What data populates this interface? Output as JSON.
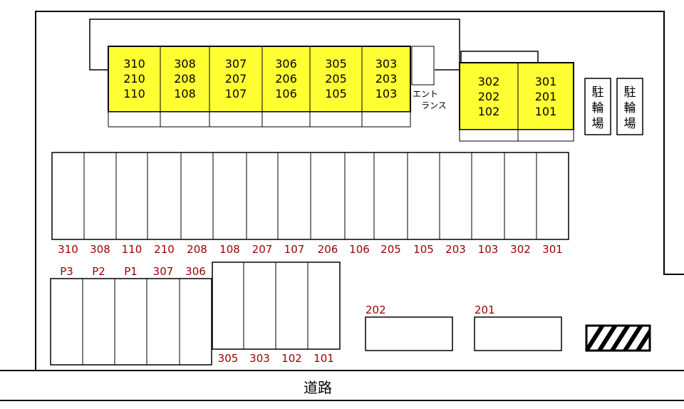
{
  "main_building": {
    "units": [
      {
        "rooms": [
          "310",
          "210",
          "110"
        ]
      },
      {
        "rooms": [
          "308",
          "208",
          "108"
        ]
      },
      {
        "rooms": [
          "307",
          "207",
          "107"
        ]
      },
      {
        "rooms": [
          "306",
          "206",
          "106"
        ]
      },
      {
        "rooms": [
          "305",
          "205",
          "105"
        ]
      },
      {
        "rooms": [
          "303",
          "203",
          "103"
        ]
      }
    ],
    "entrance": [
      "エント",
      "ランス"
    ]
  },
  "annex_building": {
    "units": [
      {
        "rooms": [
          "302",
          "202",
          "102"
        ]
      },
      {
        "rooms": [
          "301",
          "201",
          "101"
        ]
      }
    ]
  },
  "bicycle_parking": [
    {
      "chars": [
        "駐",
        "輪",
        "場"
      ]
    },
    {
      "chars": [
        "駐",
        "輪",
        "場"
      ]
    }
  ],
  "parking_row_top": [
    "310",
    "308",
    "110",
    "210",
    "208",
    "108",
    "207",
    "107",
    "206",
    "106",
    "205",
    "105",
    "203",
    "103",
    "302",
    "301"
  ],
  "parking_row_left": [
    "P3",
    "P2",
    "P1",
    "307",
    "306"
  ],
  "parking_row_middle": [
    "305",
    "303",
    "102",
    "101"
  ],
  "side_spaces": [
    "202",
    "201"
  ],
  "road_label": "道路",
  "colors": {
    "building_fill": "#ffff33",
    "label_red": "#990000",
    "line": "#000000"
  }
}
